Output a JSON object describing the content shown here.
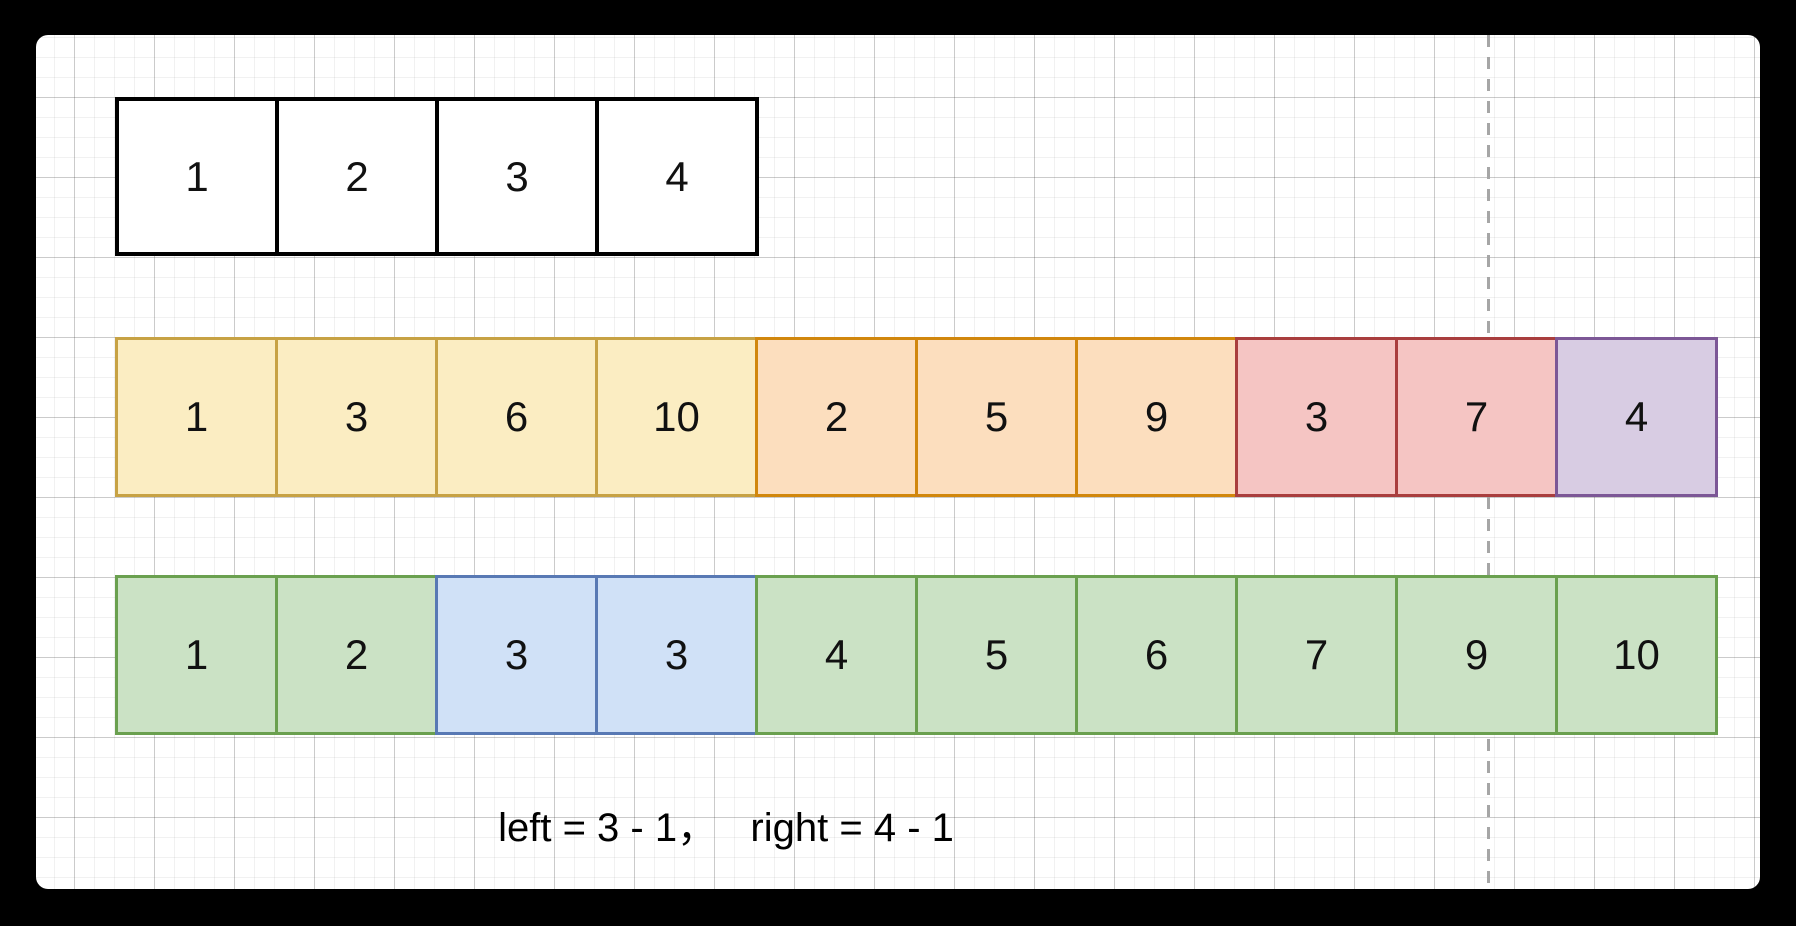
{
  "diagram": {
    "background_color": "#000000",
    "canvas_color": "#ffffff",
    "grid_minor_color": "#f1f1f1",
    "grid_major_color": "#d8d8d8",
    "divider_color": "#a6a6a6",
    "divider_style": "dashed-vertical"
  },
  "palette": {
    "white": {
      "fill": "#ffffff",
      "stroke": "#000000"
    },
    "yellow": {
      "fill": "#fbedc2",
      "stroke": "#c7a244"
    },
    "orange": {
      "fill": "#fcdebe",
      "stroke": "#d1870d"
    },
    "red": {
      "fill": "#f5c5c3",
      "stroke": "#a93e3e"
    },
    "purple": {
      "fill": "#d8cce3",
      "stroke": "#7c5796"
    },
    "green": {
      "fill": "#cbe2c5",
      "stroke": "#6aa04f"
    },
    "blue": {
      "fill": "#d0e1f7",
      "stroke": "#5879b4"
    }
  },
  "rows": [
    {
      "name": "original-array",
      "cells": [
        {
          "value": "1",
          "color": "white"
        },
        {
          "value": "2",
          "color": "white"
        },
        {
          "value": "3",
          "color": "white"
        },
        {
          "value": "4",
          "color": "white"
        }
      ]
    },
    {
      "name": "grouped-prefix-array",
      "cells": [
        {
          "value": "1",
          "color": "yellow"
        },
        {
          "value": "3",
          "color": "yellow"
        },
        {
          "value": "6",
          "color": "yellow"
        },
        {
          "value": "10",
          "color": "yellow"
        },
        {
          "value": "2",
          "color": "orange"
        },
        {
          "value": "5",
          "color": "orange"
        },
        {
          "value": "9",
          "color": "orange"
        },
        {
          "value": "3",
          "color": "red"
        },
        {
          "value": "7",
          "color": "red"
        },
        {
          "value": "4",
          "color": "purple"
        }
      ]
    },
    {
      "name": "merged-sorted-array",
      "cells": [
        {
          "value": "1",
          "color": "green"
        },
        {
          "value": "2",
          "color": "green"
        },
        {
          "value": "3",
          "color": "blue"
        },
        {
          "value": "3",
          "color": "blue"
        },
        {
          "value": "4",
          "color": "green"
        },
        {
          "value": "5",
          "color": "green"
        },
        {
          "value": "6",
          "color": "green"
        },
        {
          "value": "7",
          "color": "green"
        },
        {
          "value": "9",
          "color": "green"
        },
        {
          "value": "10",
          "color": "green"
        }
      ]
    }
  ],
  "caption": {
    "text": "left = 3 - 1，   right = 4 - 1"
  }
}
